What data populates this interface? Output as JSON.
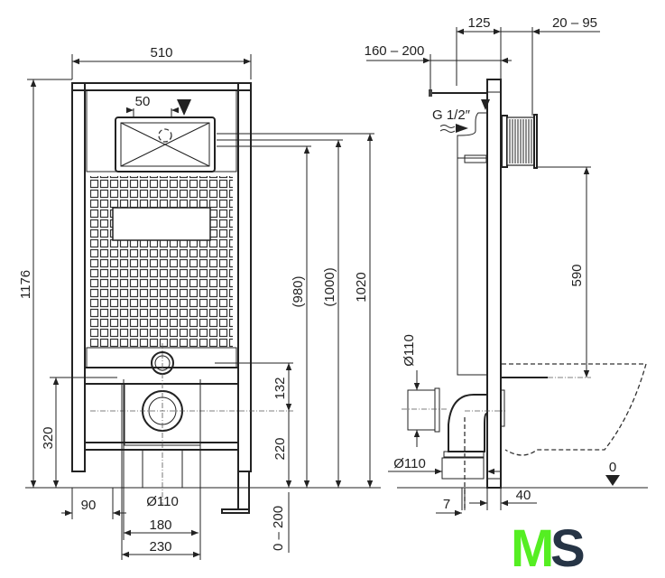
{
  "front_view": {
    "width_total": "510",
    "flush_offset": "50",
    "height_total": "1176",
    "fixing_height": "320",
    "leg_offset": "90",
    "drain_diameter": "Ø110",
    "bolt_spacing_180": "180",
    "bolt_spacing_230": "230",
    "leg_adjust": "0 – 200",
    "dim_132": "132",
    "dim_220": "220",
    "dim_980": "(980)",
    "dim_1000": "(1000)",
    "dim_1020": "1020"
  },
  "side_view": {
    "depth_125": "125",
    "wall_20_95": "20 – 95",
    "supply_160_200": "160 – 200",
    "water_inlet": "G 1/2″",
    "dim_590": "590",
    "socket_diameter": "Ø110",
    "elbow_diameter": "Ø110",
    "dim_7": "7",
    "dim_40": "40",
    "floor_level": "0"
  },
  "logo": {
    "text": "MS",
    "letter_m": "M",
    "letter_s": "S",
    "color_m": "#55ee22",
    "color_s": "#263445"
  }
}
